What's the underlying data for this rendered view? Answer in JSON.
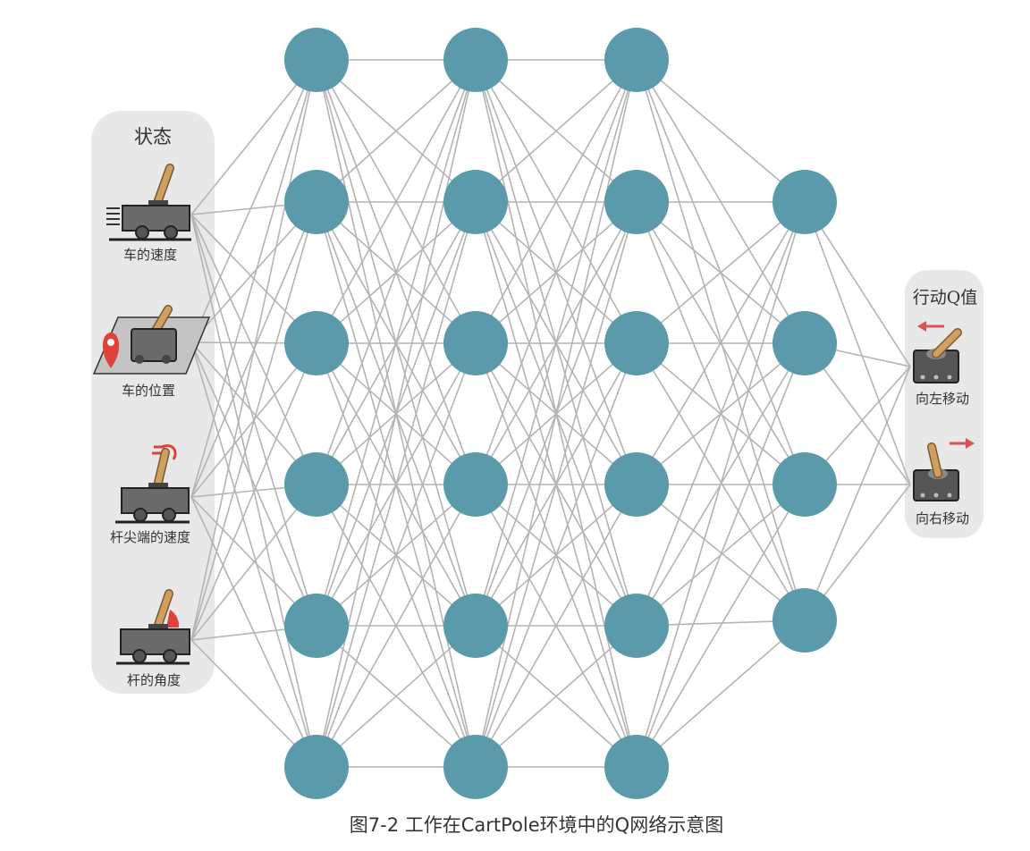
{
  "figure": {
    "state_panel": {
      "title": "状态",
      "items": [
        {
          "label": "车的速度",
          "icon": "cart-velocity-icon"
        },
        {
          "label": "车的位置",
          "icon": "cart-position-icon"
        },
        {
          "label": "杆尖端的速度",
          "icon": "pole-tip-velocity-icon"
        },
        {
          "label": "杆的角度",
          "icon": "pole-angle-icon"
        }
      ]
    },
    "action_panel": {
      "title": "行动Q值",
      "items": [
        {
          "label": "向左移动",
          "icon": "move-left-icon"
        },
        {
          "label": "向右移动",
          "icon": "move-right-icon"
        }
      ]
    },
    "network": {
      "layer_sizes": [
        6,
        6,
        6,
        4
      ],
      "colors": {
        "node": "#5b9aaa",
        "edge": "#b4b4b4",
        "panel": "#e8e8e8",
        "arrow": "#d9534f"
      }
    },
    "caption": "图7-2 工作在CartPole环境中的Q网络示意图"
  }
}
